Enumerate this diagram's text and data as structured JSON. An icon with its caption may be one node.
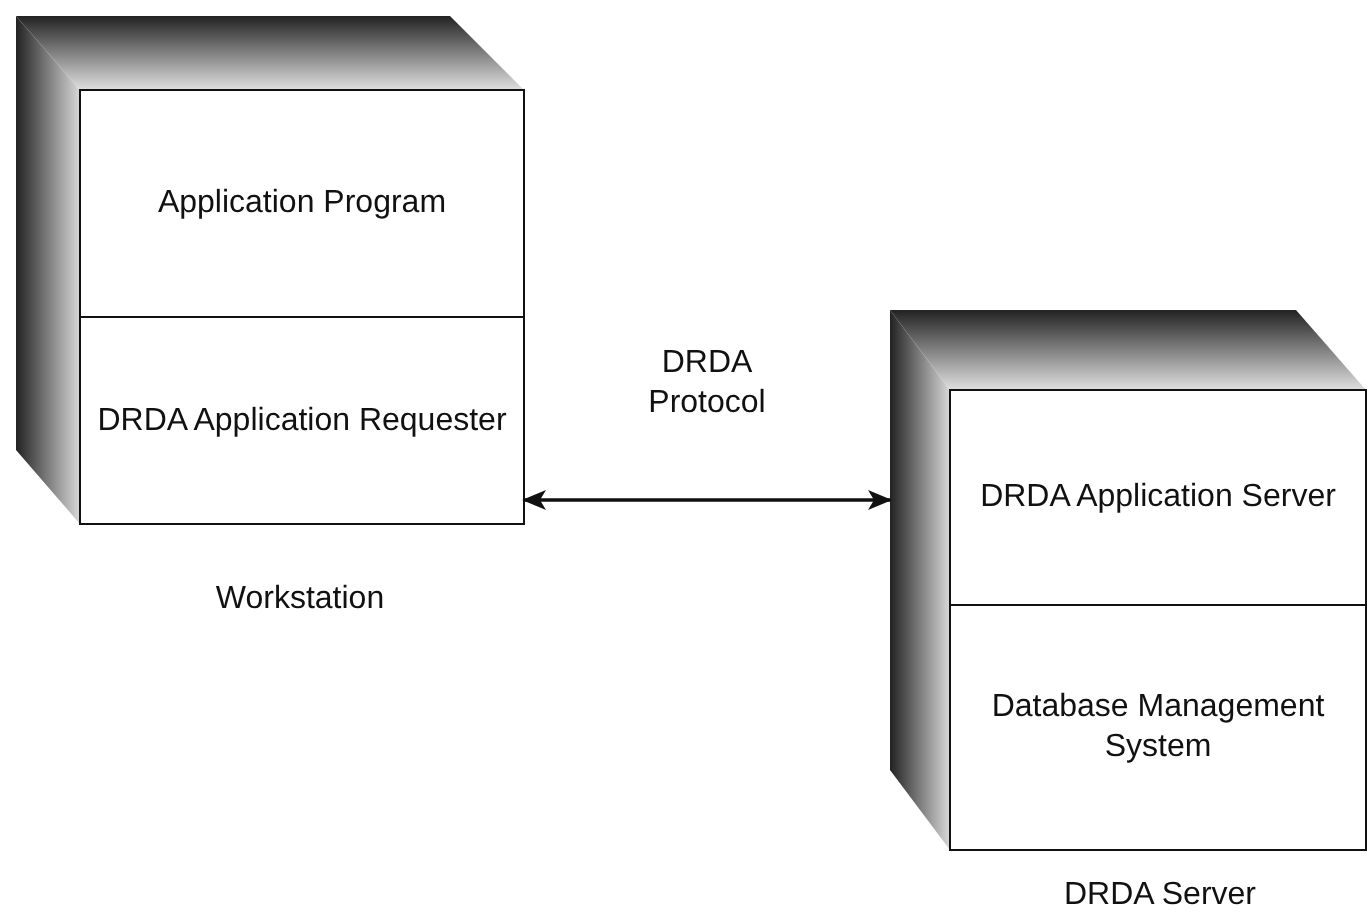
{
  "diagram": {
    "nodes": [
      {
        "text": [],
        "shape": "box",
        "beside": [
          "Workstation"
        ]
      },
      {
        "text": [
          "Application Program"
        ],
        "in": 0
      },
      {
        "text": [
          "DRDA Application Requester"
        ],
        "in": 0
      },
      {
        "text": [],
        "shape": "box",
        "beside": [
          "DRDA Server"
        ]
      },
      {
        "text": [
          "DRDA Application Server"
        ],
        "in": 3
      },
      {
        "text": [
          "Database Management System"
        ],
        "in": 3
      }
    ],
    "edges": [
      {
        "from": 2,
        "to": 4,
        "arrow": "both",
        "label": "DRDA Protocol"
      }
    ]
  }
}
